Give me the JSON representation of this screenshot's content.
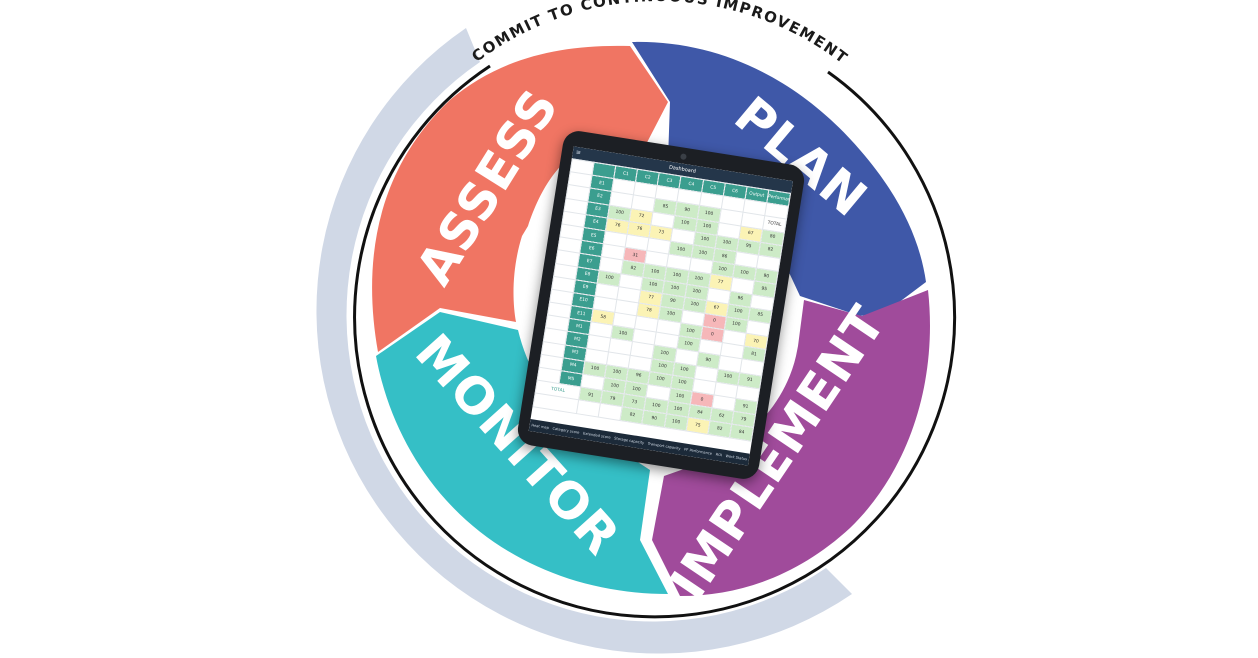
{
  "title_arc": "COMMIT TO CONTINUOUS IMPROVEMENT",
  "segments": [
    {
      "label": "ASSESS",
      "color": "#f07563"
    },
    {
      "label": "PLAN",
      "color": "#3f58a8"
    },
    {
      "label": "IMPLEMENT",
      "color": "#a04b9b"
    },
    {
      "label": "MONITOR",
      "color": "#35bfc6"
    }
  ],
  "colors": {
    "outer_band": "#d0d8e6",
    "ring": "#111111",
    "tablet_header": "#3b9e8f"
  },
  "tablet": {
    "title": "Dashboard",
    "columns": [
      "C1",
      "C2",
      "C3",
      "C4",
      "C5",
      "C6",
      "Output",
      "Performance"
    ],
    "rows": [
      {
        "id": "E1",
        "cells": [
          "",
          "",
          "",
          "",
          "",
          "",
          "",
          ""
        ]
      },
      {
        "id": "E2",
        "cells": [
          "",
          "",
          "85",
          "90",
          "100",
          "",
          "",
          "TOTAL"
        ]
      },
      {
        "id": "E3",
        "cells": [
          "100",
          "72",
          "",
          "100",
          "100",
          "",
          "67",
          "80"
        ]
      },
      {
        "id": "E4",
        "cells": [
          "76",
          "76",
          "73",
          "",
          "100",
          "100",
          "95",
          "82"
        ]
      },
      {
        "id": "E5",
        "cells": [
          "",
          "",
          "",
          "100",
          "100",
          "86",
          "",
          ""
        ]
      },
      {
        "id": "E6",
        "cells": [
          "",
          "31",
          "",
          "",
          "",
          "100",
          "100",
          "90"
        ]
      },
      {
        "id": "E7",
        "cells": [
          "",
          "82",
          "100",
          "100",
          "100",
          "77",
          "",
          "95"
        ]
      },
      {
        "id": "E8",
        "cells": [
          "100",
          "",
          "100",
          "100",
          "100",
          "",
          "96",
          ""
        ]
      },
      {
        "id": "E9",
        "cells": [
          "",
          "",
          "77",
          "90",
          "100",
          "67",
          "100",
          "85"
        ]
      },
      {
        "id": "E10",
        "cells": [
          "",
          "",
          "78",
          "100",
          "",
          "0",
          "100",
          ""
        ]
      },
      {
        "id": "E11",
        "cells": [
          "58",
          "",
          "",
          "",
          "100",
          "0",
          "",
          "70"
        ]
      },
      {
        "id": "M1",
        "cells": [
          "",
          "100",
          "",
          "",
          "100",
          "",
          "",
          "81"
        ]
      },
      {
        "id": "M2",
        "cells": [
          "",
          "",
          "",
          "100",
          "",
          "90",
          "",
          ""
        ]
      },
      {
        "id": "M3",
        "cells": [
          "",
          "",
          "",
          "100",
          "100",
          "",
          "100",
          "91"
        ]
      },
      {
        "id": "M4",
        "cells": [
          "100",
          "100",
          "96",
          "100",
          "100",
          "",
          "",
          ""
        ]
      },
      {
        "id": "M5",
        "cells": [
          "",
          "100",
          "100",
          "",
          "100",
          "0",
          "",
          "91"
        ]
      }
    ],
    "total_label": "TOTAL",
    "totals": [
      "91",
      "79",
      "73",
      "100",
      "100",
      "84",
      "62",
      "79"
    ],
    "extra_row": [
      "",
      "",
      "82",
      "90",
      "100",
      "75",
      "82",
      "84"
    ],
    "bottom_tabs": [
      "Heat map",
      "Category score",
      "Extended score",
      "Storage capacity",
      "Transport capacity",
      "PF Performance",
      "ROI",
      "Work Status"
    ]
  }
}
